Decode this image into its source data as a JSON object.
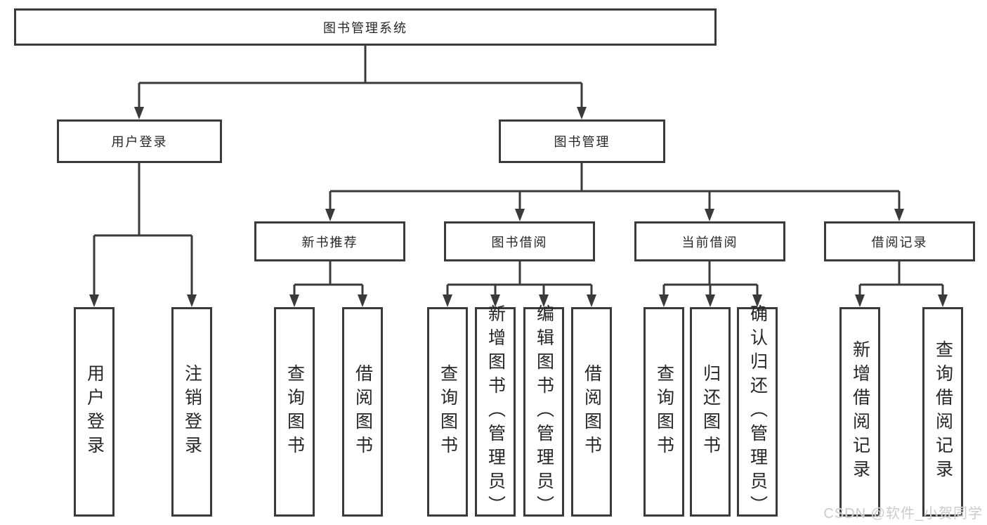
{
  "colors": {
    "line": "#3a3a3a",
    "text": "#262626",
    "bg": "#ffffff",
    "watermark": "#cbcbcb"
  },
  "tree": {
    "root": {
      "label": "图书管理系统"
    },
    "level2": [
      {
        "label": "用户登录"
      },
      {
        "label": "图书管理"
      }
    ],
    "level3": [
      {
        "label": "新书推荐"
      },
      {
        "label": "图书借阅"
      },
      {
        "label": "当前借阅"
      },
      {
        "label": "借阅记录"
      }
    ],
    "leaves": {
      "user_login": [
        {
          "label": "用户登录"
        },
        {
          "label": "注销登录"
        }
      ],
      "new_book": [
        {
          "label": "查询图书"
        },
        {
          "label": "借阅图书"
        }
      ],
      "book_borrow": [
        {
          "label": "查询图书"
        },
        {
          "label": "新增图书（管理员）"
        },
        {
          "label": "编辑图书（管理员）"
        },
        {
          "label": "借阅图书"
        }
      ],
      "current_borrow": [
        {
          "label": "查询图书"
        },
        {
          "label": "归还图书"
        },
        {
          "label": "确认归还（管理员）"
        }
      ],
      "borrow_records": [
        {
          "label": "新增借阅记录"
        },
        {
          "label": "查询借阅记录"
        }
      ]
    }
  },
  "watermark": {
    "text": "CSDN @软件_小贺同学"
  }
}
